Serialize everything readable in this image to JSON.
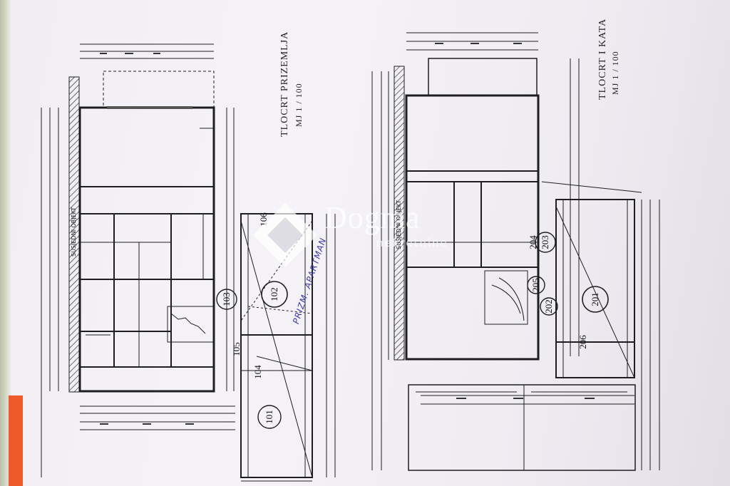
{
  "plans": {
    "ground": {
      "title": "TLOCRT PRIZEMLJA",
      "scale": "MJ 1 / 100"
    },
    "first": {
      "title": "TLOCRT I KATA",
      "scale": "MJ 1 / 100"
    }
  },
  "labels": {
    "neighbour_left": "SUSJEDNI OBJEKT",
    "neighbour_right": "SUSJEDNI OBJEKT"
  },
  "rooms_ground": [
    "101",
    "102",
    "103",
    "104",
    "105",
    "106"
  ],
  "rooms_first": [
    "201",
    "202",
    "203",
    "204",
    "205",
    "206"
  ],
  "handwritten_note": "PRIZM. APARTMAN",
  "watermark": {
    "brand": "Dogma",
    "sub": "nekretnine"
  },
  "colors": {
    "paper": "#f3f1f5",
    "ink": "#1e1e1e",
    "accent_strip": "#ef5a2a",
    "pen": "#3b3ca8"
  }
}
